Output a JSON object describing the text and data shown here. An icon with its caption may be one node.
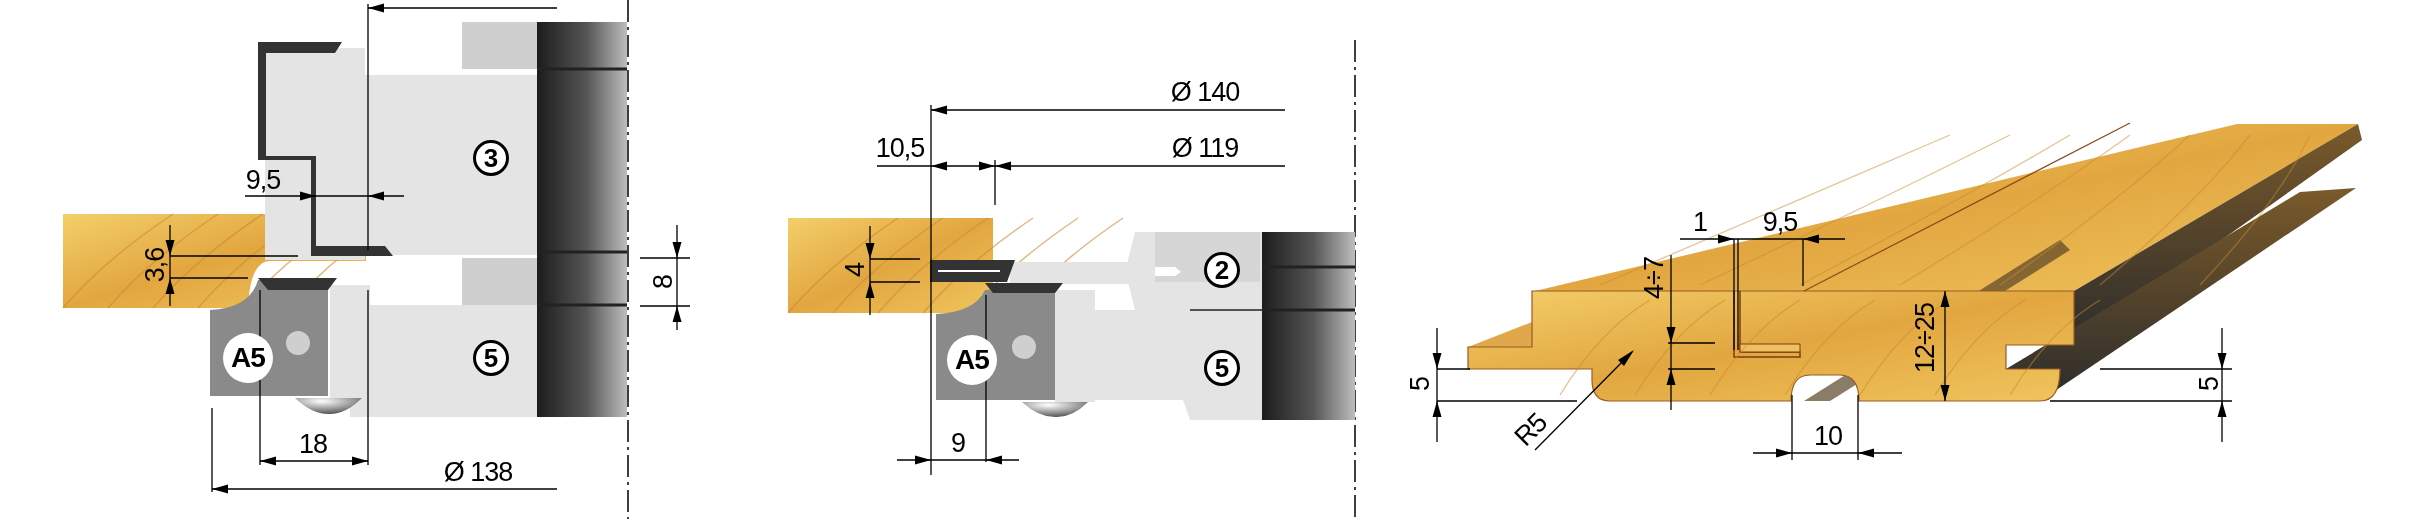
{
  "diagram": {
    "nodes": [
      {
        "text": [
          "3"
        ]
      },
      {
        "text": [
          "A5"
        ]
      },
      {
        "text": [
          "5"
        ]
      },
      {
        "text": [
          "2"
        ]
      },
      {
        "text": [
          "A5"
        ]
      },
      {
        "text": [
          "5"
        ]
      }
    ],
    "labels": [
      "9,5",
      "3,6",
      "8",
      "18",
      "Ø 138",
      "Ø 140",
      "10,5",
      "Ø 119",
      "4",
      "9",
      "1",
      "9,5",
      "4÷7",
      "12÷25",
      "5",
      "R5",
      "10",
      "5"
    ]
  }
}
